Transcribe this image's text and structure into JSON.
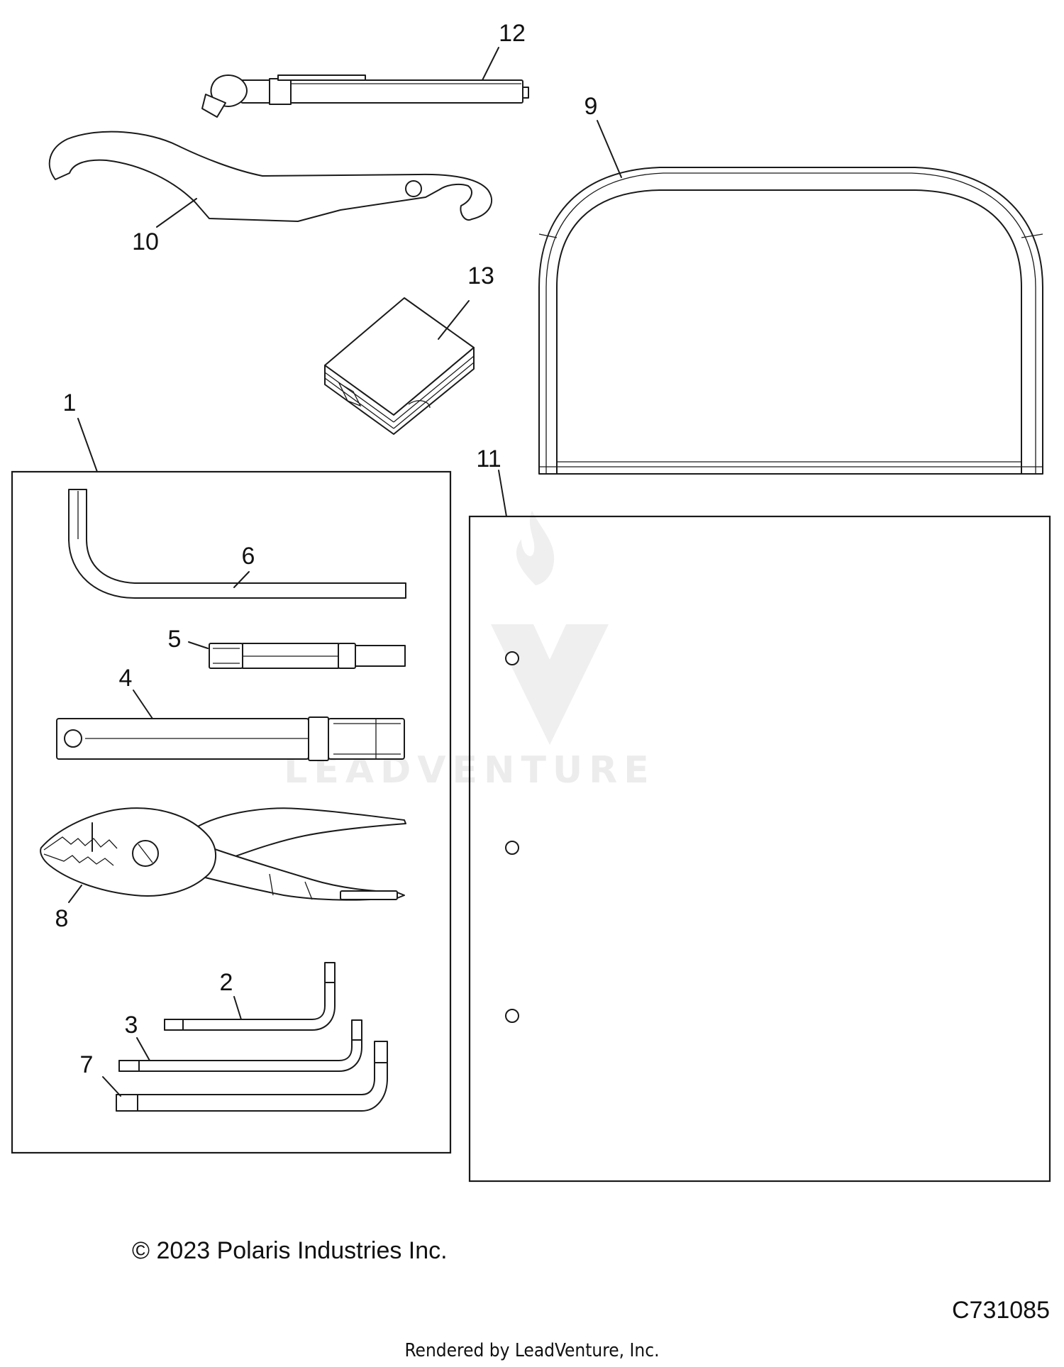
{
  "callouts": {
    "c1": "1",
    "c2": "2",
    "c3": "3",
    "c4": "4",
    "c5": "5",
    "c6": "6",
    "c7": "7",
    "c8": "8",
    "c9": "9",
    "c10": "10",
    "c11": "11",
    "c12": "12",
    "c13": "13"
  },
  "footer": {
    "copyright": "© 2023 Polaris Industries Inc.",
    "diagram_code": "C731085",
    "rendered_by": "Rendered by LeadVenture, Inc."
  },
  "watermark": {
    "text": "LEADVENTURE",
    "icon": "leadventure-flame-logo"
  },
  "colors": {
    "line": "#1a1a1a",
    "background": "#ffffff",
    "watermark": "#ececec"
  }
}
